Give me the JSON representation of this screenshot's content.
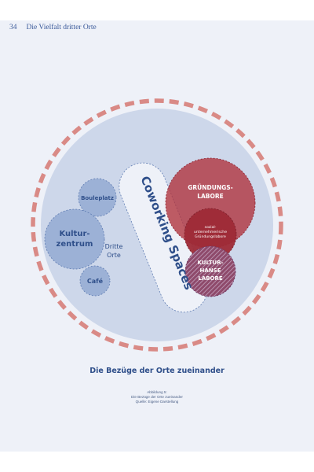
{
  "header": {
    "page_number": "34",
    "chapter_title": "Die Vielfalt dritter Orte"
  },
  "diagram": {
    "title": "Die Bezüge der Orte zueinander",
    "labels": {
      "coworking": "Coworking Spaces",
      "bouleplatz": "Bouleplatz",
      "kulturzentrum_line1": "Kultur-",
      "kulturzentrum_line2": "zentrum",
      "cafe": "Café",
      "dritte_orte_line1": "Dritte",
      "dritte_orte_line2": "Orte",
      "gruendungslabore_line1": "GRÜNDUNGS-",
      "gruendungslabore_line2": "LABORE",
      "sozial_line1": "sozial-",
      "sozial_line2": "unternehmerische",
      "sozial_line3": "Gründungslabore",
      "kulturhanse_line1": "KULTUR-",
      "kulturhanse_line2": "HANSE",
      "kulturhanse_line3": "LABORE"
    },
    "colors": {
      "outer_dash": "#d98a86",
      "inner_disc": "#cdd7ea",
      "small_circles": "#9cb1d6",
      "text_blue": "#2f4f8a",
      "red": "#b0313a"
    }
  },
  "caption": {
    "line1": "Abbildung 5:",
    "line2": "Die Bezüge der Orte zueinander",
    "line3": "Quelle: Eigene Darstellung"
  }
}
